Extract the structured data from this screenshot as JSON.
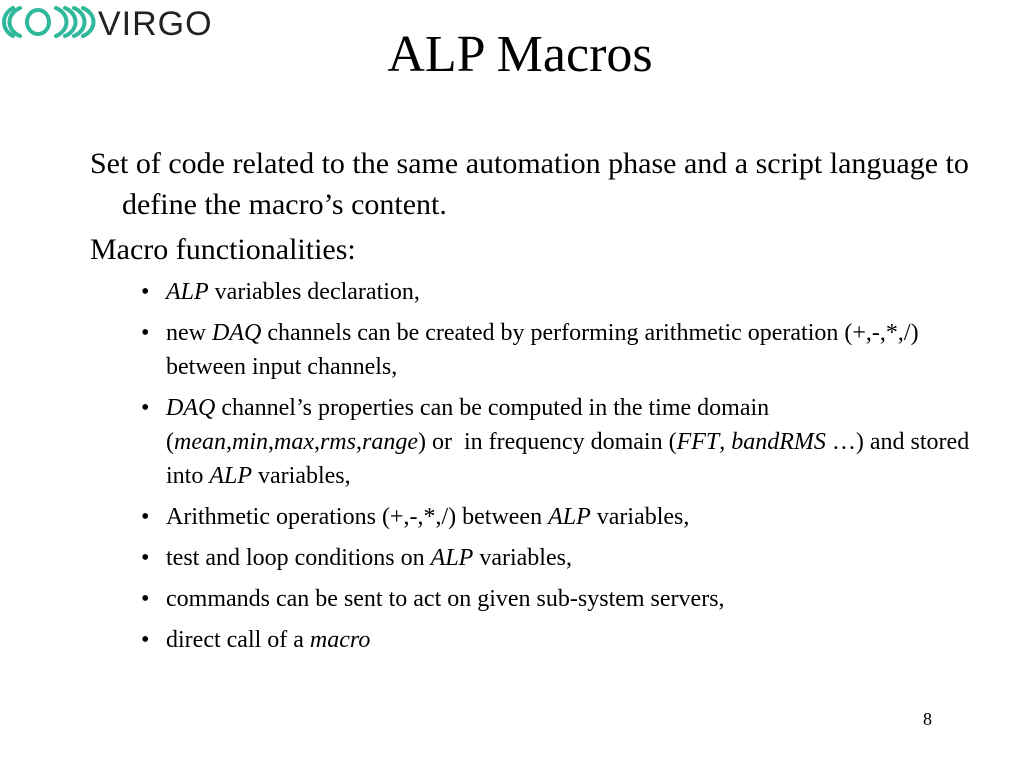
{
  "slide": {
    "logo_text": "VIRGO",
    "title": "ALP Macros",
    "page_number": "8",
    "paragraphs": [
      "Set of code related to the same automation phase and a script language to define the macro’s content.",
      "Macro functionalities:"
    ],
    "bullets": [
      [
        {
          "t": "ALP",
          "i": true
        },
        {
          "t": " variables declaration,"
        }
      ],
      [
        {
          "t": "new "
        },
        {
          "t": "DAQ",
          "i": true
        },
        {
          "t": " channels can be created by performing arithmetic operation (+,-,*,/) between input channels,"
        }
      ],
      [
        {
          "t": "DAQ",
          "i": true
        },
        {
          "t": " channel’s properties can be computed in the time domain ("
        },
        {
          "t": "mean",
          "i": true
        },
        {
          "t": ","
        },
        {
          "t": "min",
          "i": true
        },
        {
          "t": ","
        },
        {
          "t": "max",
          "i": true
        },
        {
          "t": ","
        },
        {
          "t": "rms",
          "i": true
        },
        {
          "t": ","
        },
        {
          "t": "range",
          "i": true
        },
        {
          "t": ") or  in frequency domain ("
        },
        {
          "t": "FFT",
          "i": true
        },
        {
          "t": ", "
        },
        {
          "t": "bandRMS",
          "i": true
        },
        {
          "t": " …) and stored into "
        },
        {
          "t": "ALP",
          "i": true
        },
        {
          "t": " variables,"
        }
      ],
      [
        {
          "t": "Arithmetic operations (+,-,*,/) between "
        },
        {
          "t": "ALP",
          "i": true
        },
        {
          "t": " variables,"
        }
      ],
      [
        {
          "t": "test and loop conditions on "
        },
        {
          "t": "ALP",
          "i": true
        },
        {
          "t": " variables,"
        }
      ],
      [
        {
          "t": "commands can be sent to act on given sub-system servers,"
        }
      ],
      [
        {
          "t": "direct call of a "
        },
        {
          "t": "macro",
          "i": true
        }
      ]
    ]
  },
  "colors": {
    "logo_waves": "#2fb89a",
    "logo_text": "#222222"
  }
}
